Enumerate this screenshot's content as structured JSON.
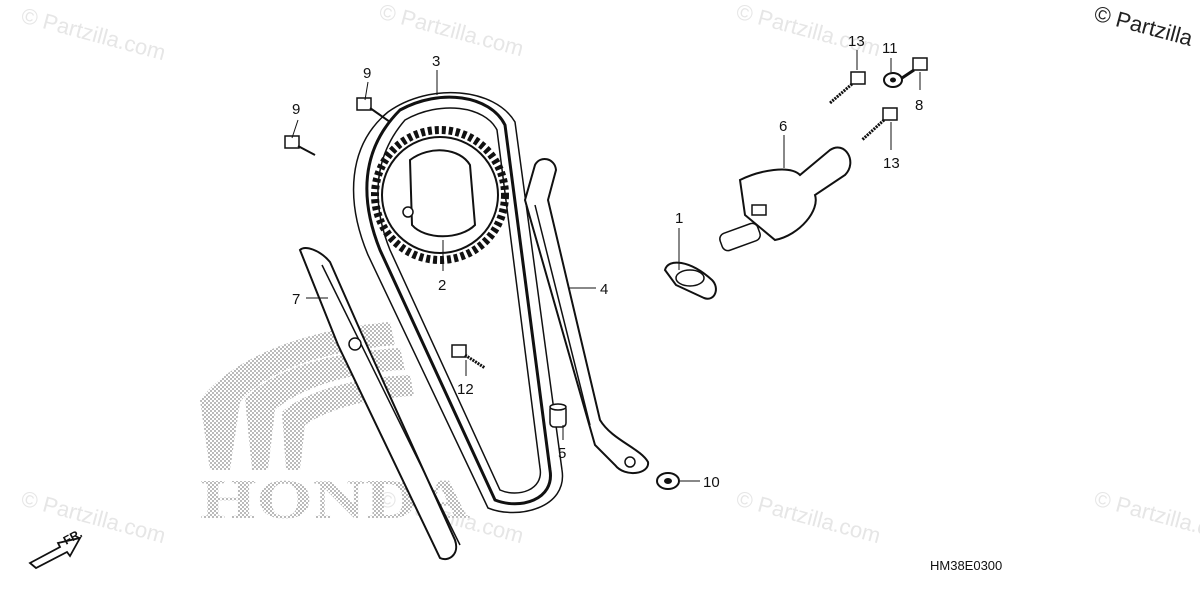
{
  "watermark": {
    "text": "© Partzilla.com",
    "corner_text": "© Partzilla"
  },
  "brand_logo": {
    "text": "HONDA"
  },
  "direction_marker": {
    "label": "FR."
  },
  "diagram_code": "HM38E0300",
  "callouts": {
    "c1": "1",
    "c2": "2",
    "c3": "3",
    "c4": "4",
    "c5": "5",
    "c6": "6",
    "c7": "7",
    "c8": "8",
    "c9a": "9",
    "c9b": "9",
    "c10": "10",
    "c11": "11",
    "c12": "12",
    "c13a": "13",
    "c13b": "13"
  }
}
